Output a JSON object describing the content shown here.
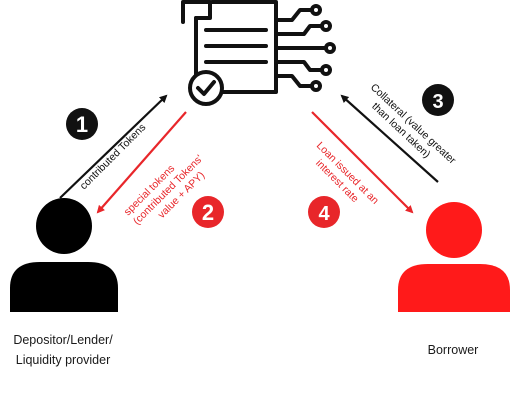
{
  "diagram": {
    "contract_icon": "document-with-checkmark-and-circuit-icon",
    "depositor": {
      "label_line1": "Depositor/Lender/",
      "label_line2": "Liquidity provider",
      "color": "#000000"
    },
    "borrower": {
      "label": "Borrower",
      "color": "#ff1a1a"
    },
    "steps": [
      {
        "number": "1",
        "text": "contributed Tokens",
        "color": "#111111"
      },
      {
        "number": "2",
        "line1": "special tokens",
        "line2": "(contributed Tokens'",
        "line3": "value + APY)",
        "color": "#e8262a"
      },
      {
        "number": "3",
        "line1": "Collateral (value greater",
        "line2": "than loan taken)",
        "color": "#111111"
      },
      {
        "number": "4",
        "line1": "Loan issued at an",
        "line2": "interest rate",
        "color": "#e8262a"
      }
    ]
  }
}
